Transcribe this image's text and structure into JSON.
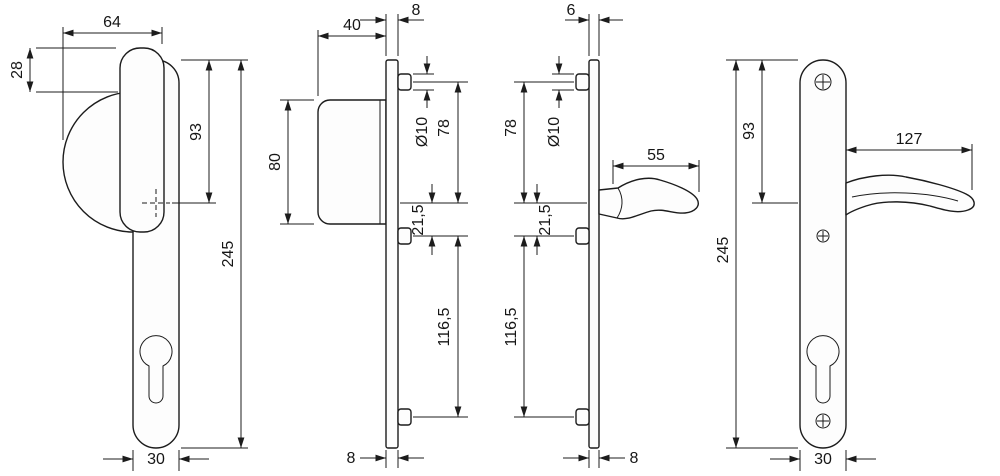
{
  "colors": {
    "line": "#1c1c1c",
    "background": "#ffffff"
  },
  "views": {
    "handle_front": {
      "dim_width": "64",
      "dim_offset": "28",
      "dim_top_to_spindle": "93",
      "dim_plate_length": "245",
      "dim_plate_width": "30"
    },
    "handle_side": {
      "dim_grip_depth": "40",
      "dim_plate_thickness_top": "8",
      "dim_grip_height": "80",
      "dim_boss_diameter": "Ø10",
      "dim_boss_to_spindle": "78",
      "dim_spindle_to_boss": "21,5",
      "dim_boss_spacing": "116,5",
      "dim_plate_thickness_bottom": "8"
    },
    "lever_side": {
      "dim_plate_thickness_top": "6",
      "dim_boss_diameter": "Ø10",
      "dim_boss_to_spindle": "78",
      "dim_spindle_to_boss": "21,5",
      "dim_boss_spacing": "116,5",
      "dim_lever_depth": "55",
      "dim_plate_thickness_bottom": "8"
    },
    "lever_front": {
      "dim_top_to_spindle": "93",
      "dim_plate_length": "245",
      "dim_lever_length": "127",
      "dim_plate_width": "30"
    }
  }
}
